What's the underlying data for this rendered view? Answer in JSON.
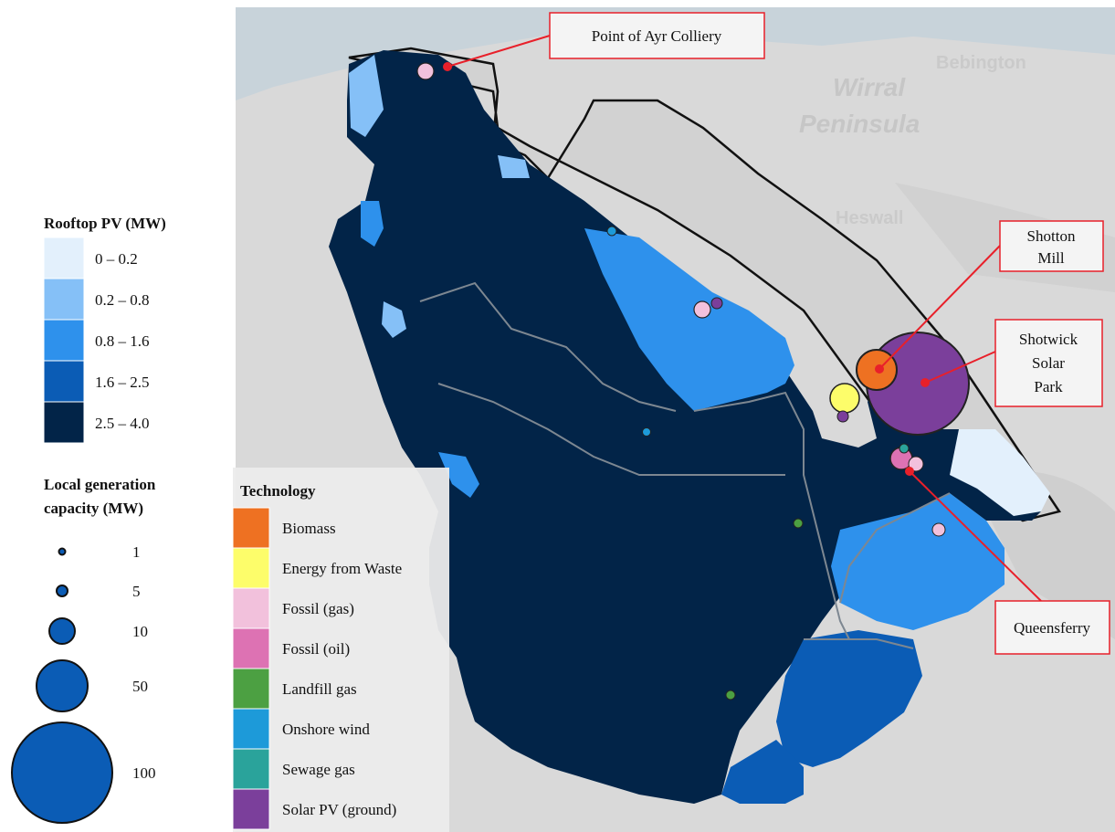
{
  "rooftop_legend": {
    "title": "Rooftop PV (MW)",
    "classes": [
      {
        "label": "0 – 0.2",
        "color": "#e3f0fc"
      },
      {
        "label": "0.2 – 0.8",
        "color": "#85c0f7"
      },
      {
        "label": "0.8 – 1.6",
        "color": "#2e91ec"
      },
      {
        "label": "1.6 – 2.5",
        "color": "#0b5cb5"
      },
      {
        "label": "2.5 – 4.0",
        "color": "#022448"
      }
    ]
  },
  "capacity_legend": {
    "title_line1": "Local generation",
    "title_line2": "capacity (MW)",
    "sizes": [
      "1",
      "5",
      "10",
      "50",
      "100"
    ],
    "color": "#0b5cb5"
  },
  "technology_legend": {
    "title": "Technology",
    "items": [
      {
        "label": "Biomass",
        "color": "#ee7122"
      },
      {
        "label": "Energy from Waste",
        "color": "#fdfd6a"
      },
      {
        "label": "Fossil (gas)",
        "color": "#f2c1dc"
      },
      {
        "label": "Fossil (oil)",
        "color": "#dd72b3"
      },
      {
        "label": "Landfill gas",
        "color": "#4ca042"
      },
      {
        "label": "Onshore wind",
        "color": "#1d9ad9"
      },
      {
        "label": "Sewage gas",
        "color": "#2aa39b"
      },
      {
        "label": "Solar PV (ground)",
        "color": "#7b3f9b"
      }
    ]
  },
  "callouts": {
    "point_of_ayr": "Point of Ayr Colliery",
    "shotton_1": "Shotton",
    "shotton_2": "Mill",
    "shotwick_1": "Shotwick",
    "shotwick_2": "Solar",
    "shotwick_3": "Park",
    "queensferry": "Queensferry"
  },
  "basemap_labels": {
    "wirral_1": "Wirral",
    "wirral_2": "Peninsula",
    "heswall": "Heswall",
    "bebington": "Bebington"
  },
  "colors": {
    "callout_line": "#e8202a",
    "region_outline": "#111111",
    "basemap": "#d9d9d9",
    "sea": "#c7d2d9"
  }
}
